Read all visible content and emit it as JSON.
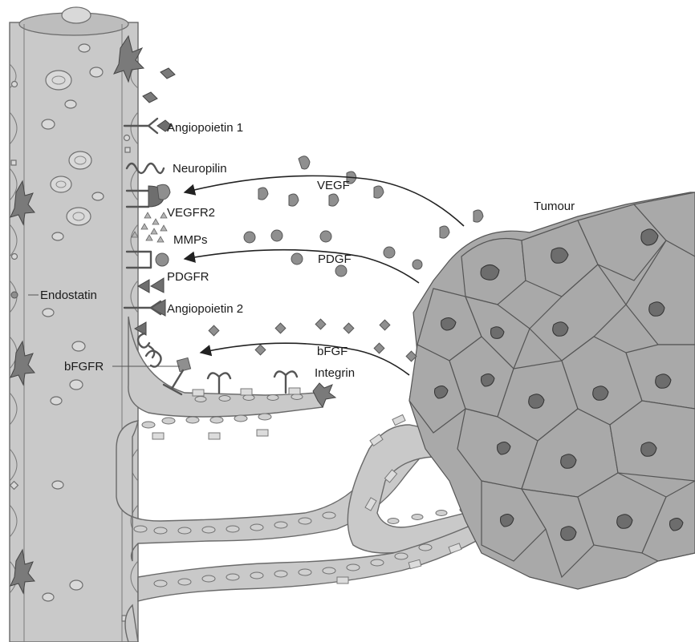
{
  "labels": {
    "angiopoietin1": "Angiopoietin 1",
    "neuropilin": "Neuropilin",
    "vegf": "VEGF",
    "vegfr2": "VEGFR2",
    "mmps": "MMPs",
    "pdgf": "PDGF",
    "pdgfr": "PDGFR",
    "endostatin": "Endostatin",
    "angiopoietin2": "Angiopoietin 2",
    "bfgf": "bFGF",
    "bfgfr": "bFGFR",
    "integrin": "Integrin",
    "tumour": "Tumour"
  },
  "colors": {
    "vessel": "#c9c9c9",
    "tumour": "#a9a9a9",
    "nucleus": "#6d6d6d",
    "arrow": "#222222"
  }
}
